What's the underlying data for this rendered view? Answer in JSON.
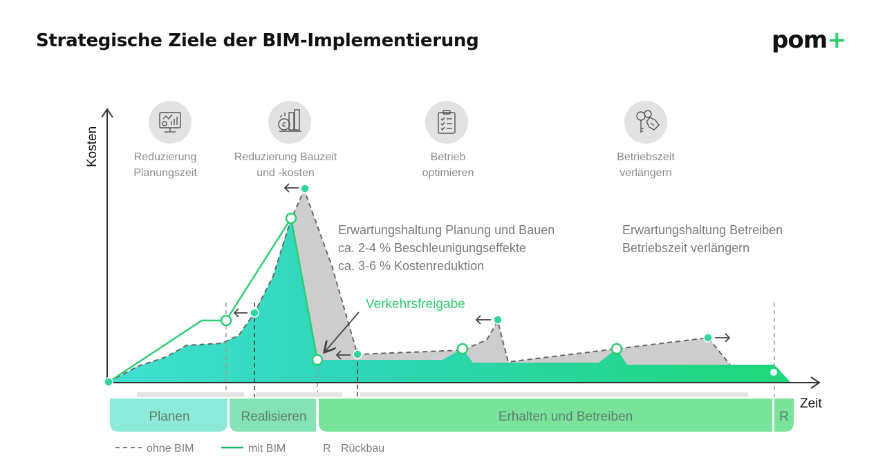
{
  "title": "Strategische Ziele der BIM-Implementierung",
  "logo": {
    "text": "pom",
    "plus": "+"
  },
  "colors": {
    "mit_bim": "#2ecc71",
    "ohne_bim": "#555555",
    "ohne_bim_fill": "#cdcdcd",
    "accent_teal": "#35d8c0",
    "phase_planen": "#8de9d8",
    "phase_realisieren": "#84e2b6",
    "phase_erhalten": "#79e39a"
  },
  "axes": {
    "y_label": "Kosten",
    "x_label": "Zeit"
  },
  "goals": [
    {
      "icon": "planning-dashboard-icon",
      "line1": "Reduzierung",
      "line2": "Planungszeit"
    },
    {
      "icon": "construction-costs-icon",
      "line1": "Reduzierung Bauzeit",
      "line2": "und -kosten"
    },
    {
      "icon": "clipboard-checklist-icon",
      "line1": "Betrieb",
      "line2": "optimieren"
    },
    {
      "icon": "keys-icon",
      "line1": "Betriebszeit",
      "line2": "verlängern"
    }
  ],
  "notes": {
    "planung_bauen": [
      "Erwartungshaltung Planung und Bauen",
      "ca. 2-4 % Beschleunigungseffekte",
      "ca. 3-6 % Kostenreduktion"
    ],
    "betreiben": [
      "Erwartungshaltung Betreiben",
      "Betriebszeit verlängern"
    ]
  },
  "callout": "Verkehrsfreigabe",
  "phases": [
    {
      "label": "Planen"
    },
    {
      "label": "Realisieren"
    },
    {
      "label": "Erhalten und Betreiben"
    },
    {
      "label": "R"
    }
  ],
  "legend": {
    "ohne_bim": "ohne BIM",
    "mit_bim": "mit BIM",
    "r_key": "R",
    "r_desc": "Rückbau"
  }
}
